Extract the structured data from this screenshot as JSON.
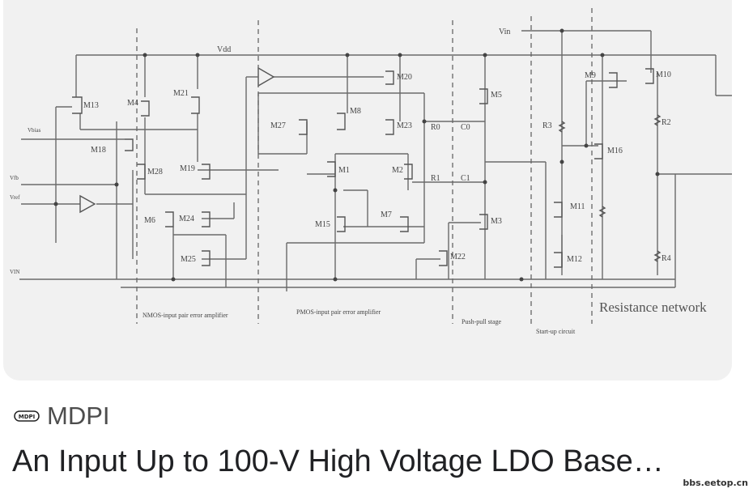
{
  "result": {
    "source": "MDPI",
    "source_logo_text": "MDPI",
    "title": "An Input Up to 100-V High Voltage LDO Base…",
    "watermark": "bbs.eetop.cn"
  },
  "schematic": {
    "supply_labels": [
      "Vin",
      "Vdd"
    ],
    "input_labels": [
      "Vbias",
      "Vfb",
      "Vref",
      "VIN"
    ],
    "transistors": [
      "M13",
      "M4",
      "M21",
      "M18",
      "M28",
      "M19",
      "M6",
      "M24",
      "M25",
      "M27",
      "M8",
      "M23",
      "M20",
      "M1",
      "M2",
      "M15",
      "M7",
      "M5",
      "M3",
      "M22",
      "M9",
      "M10",
      "M16",
      "M11",
      "M12"
    ],
    "resistors": [
      "R0",
      "R1",
      "R2",
      "R3",
      "R4"
    ],
    "capacitors": [
      "C0",
      "C1"
    ],
    "sections": [
      "NMOS-input pair error amplifier",
      "PMOS-input pair error amplifier",
      "Push-pull stage",
      "Start-up circuit",
      "Resistance network"
    ]
  }
}
